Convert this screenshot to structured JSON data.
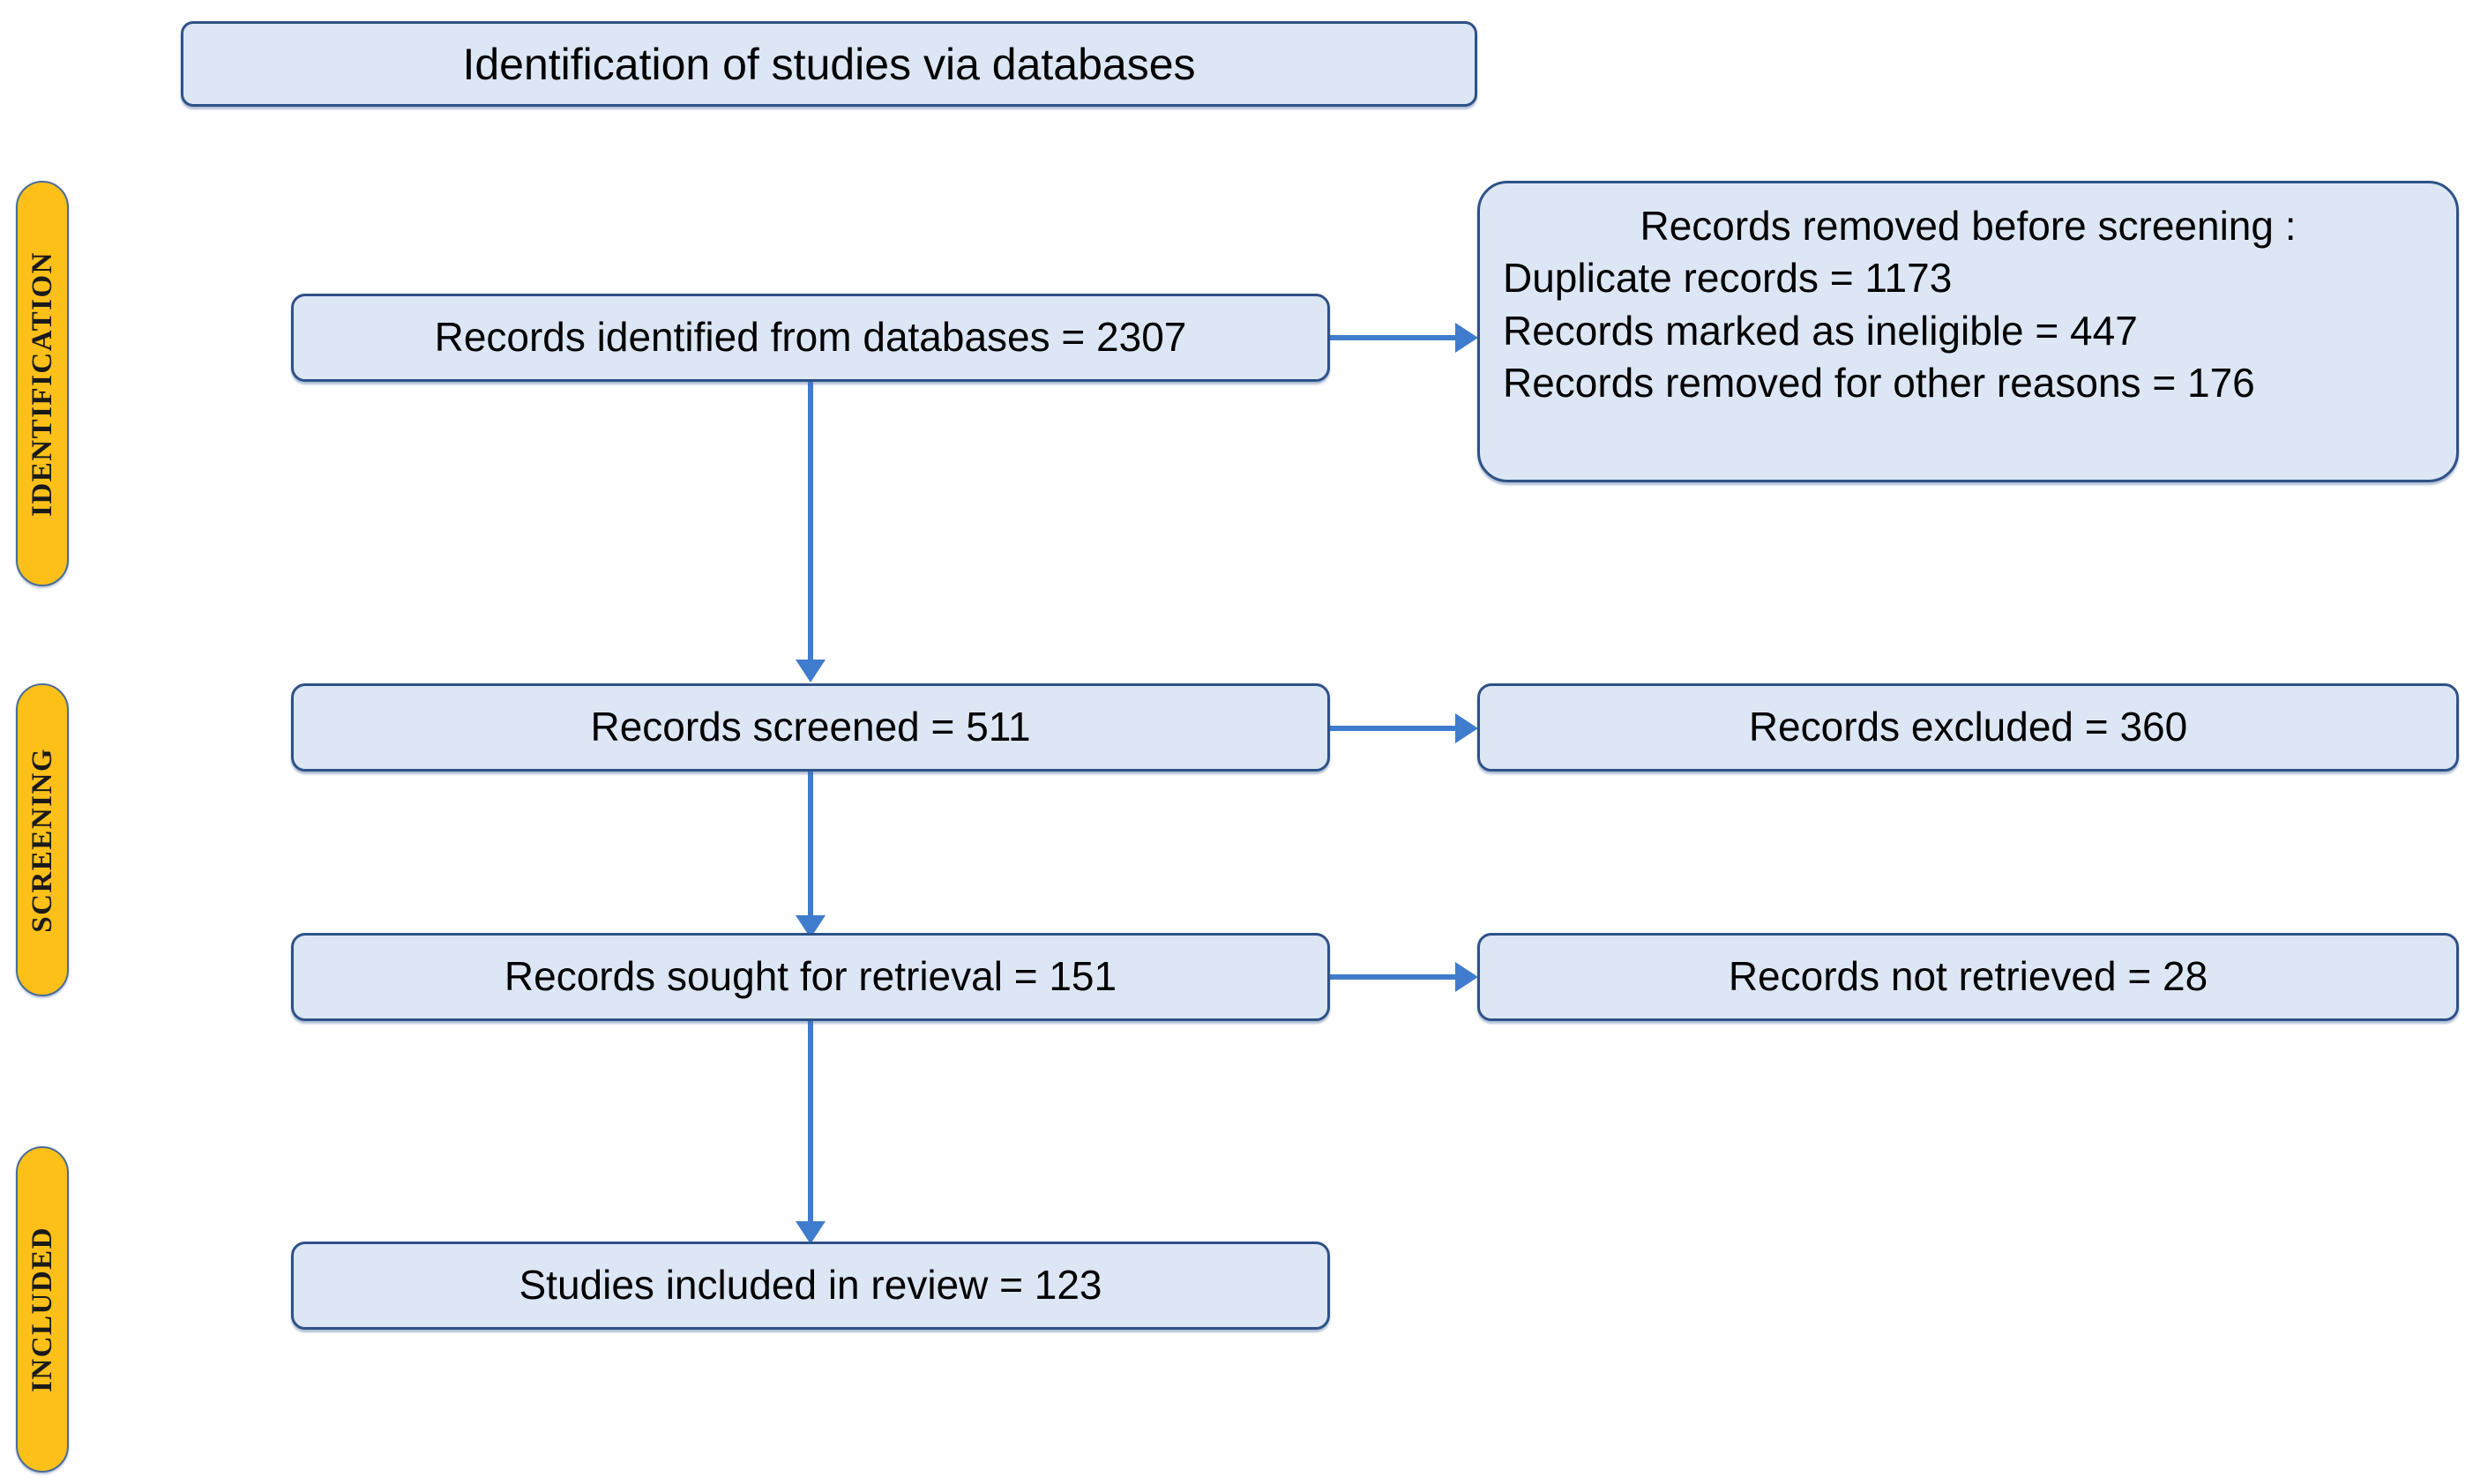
{
  "diagram": {
    "title": "Identification of studies via databases",
    "stage_labels": [
      {
        "id": "identification",
        "label": "IDENTIFICATION"
      },
      {
        "id": "screening",
        "label": "SCREENING"
      },
      {
        "id": "included",
        "label": "INCLUDED"
      }
    ],
    "main_boxes": [
      {
        "id": "records-identified",
        "label": "Records identified from databases = 2307"
      },
      {
        "id": "records-screened",
        "label": "Records screened = 511"
      },
      {
        "id": "records-sought",
        "label": "Records sought for retrieval = 151"
      },
      {
        "id": "studies-included",
        "label": "Studies included in review = 123"
      }
    ],
    "side_boxes": [
      {
        "id": "records-removed",
        "lines": [
          "Records removed before screening :",
          "Duplicate records = 1173",
          "Records marked as ineligible = 447",
          "Records removed for other reasons = 176"
        ]
      },
      {
        "id": "records-excluded",
        "label": "Records excluded = 360"
      },
      {
        "id": "records-not-retrieved",
        "label": "Records not retrieved = 28"
      }
    ],
    "colors": {
      "box_fill": "#dce6f4",
      "box_border": "#2e5288",
      "stage_fill": "#fcc018",
      "stage_border": "#4a6c9b",
      "connector": "#3f7ccd",
      "text": "#000000",
      "background": "#ffffff"
    }
  },
  "chart_data": {
    "type": "diagram",
    "title": "Identification of studies via databases",
    "nodes": [
      {
        "stage": "Identification",
        "label": "Records identified from databases",
        "value": 2307
      },
      {
        "stage": "Identification",
        "label": "Duplicate records removed",
        "value": 1173
      },
      {
        "stage": "Identification",
        "label": "Records marked as ineligible",
        "value": 447
      },
      {
        "stage": "Identification",
        "label": "Records removed for other reasons",
        "value": 176
      },
      {
        "stage": "Screening",
        "label": "Records screened",
        "value": 511
      },
      {
        "stage": "Screening",
        "label": "Records excluded",
        "value": 360
      },
      {
        "stage": "Screening",
        "label": "Records sought for retrieval",
        "value": 151
      },
      {
        "stage": "Screening",
        "label": "Records not retrieved",
        "value": 28
      },
      {
        "stage": "Included",
        "label": "Studies included in review",
        "value": 123
      }
    ]
  }
}
